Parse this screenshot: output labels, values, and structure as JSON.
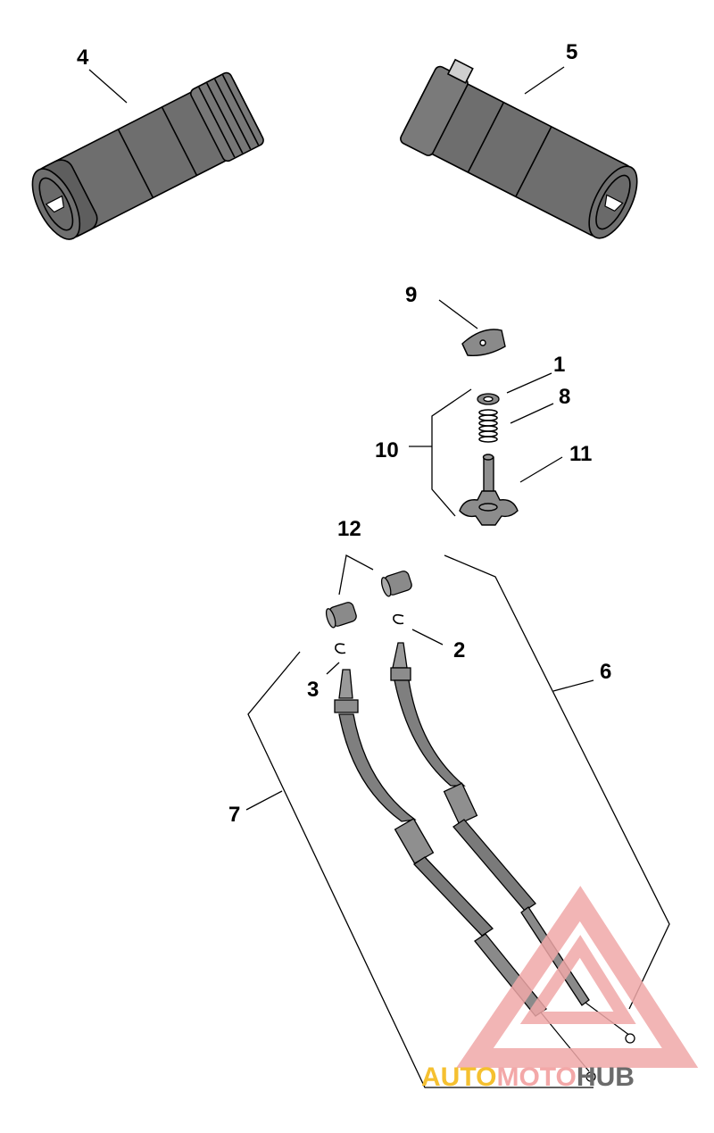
{
  "callouts": {
    "c1": "1",
    "c2": "2",
    "c3": "3",
    "c4": "4",
    "c5": "5",
    "c6": "6",
    "c7": "7",
    "c8": "8",
    "c9": "9",
    "c10": "10",
    "c11": "11",
    "c12": "12"
  },
  "watermark": {
    "part1": "AUTO",
    "part2": "MOTO",
    "part3": "HUB",
    "colors": {
      "auto": "#F5C030",
      "moto": "#F3A8A8",
      "hub": "#6B6B6B",
      "triangle": "#F0A8A8"
    }
  }
}
